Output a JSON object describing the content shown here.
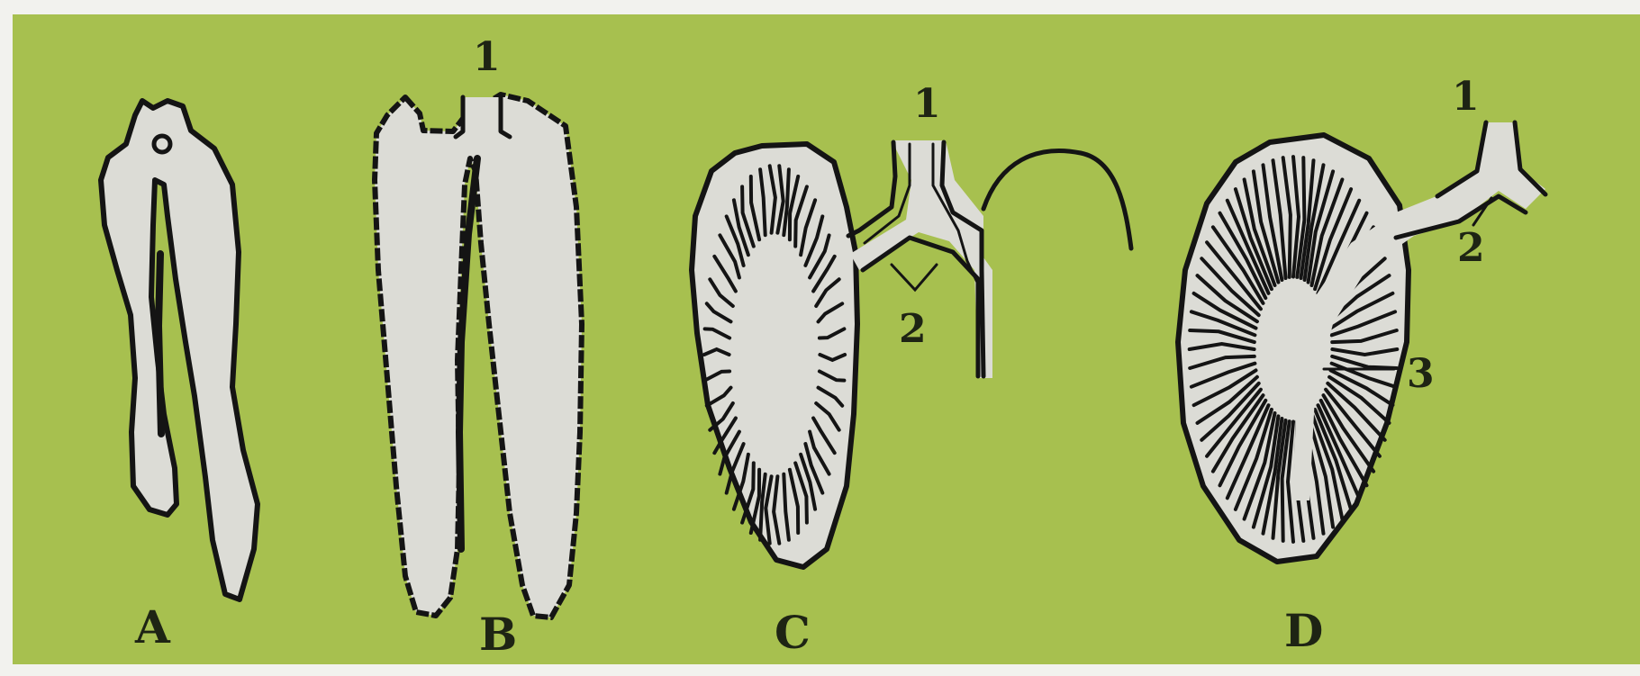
{
  "colors": {
    "panel_background": "#a7c04f",
    "organ_fill": "#dcdcd6",
    "outline": "#141414"
  },
  "panels": [
    {
      "letter": "A",
      "numbers": []
    },
    {
      "letter": "B",
      "numbers": [
        "1"
      ]
    },
    {
      "letter": "C",
      "numbers": [
        "1",
        "2"
      ]
    },
    {
      "letter": "D",
      "numbers": [
        "1",
        "2",
        "3"
      ]
    }
  ]
}
